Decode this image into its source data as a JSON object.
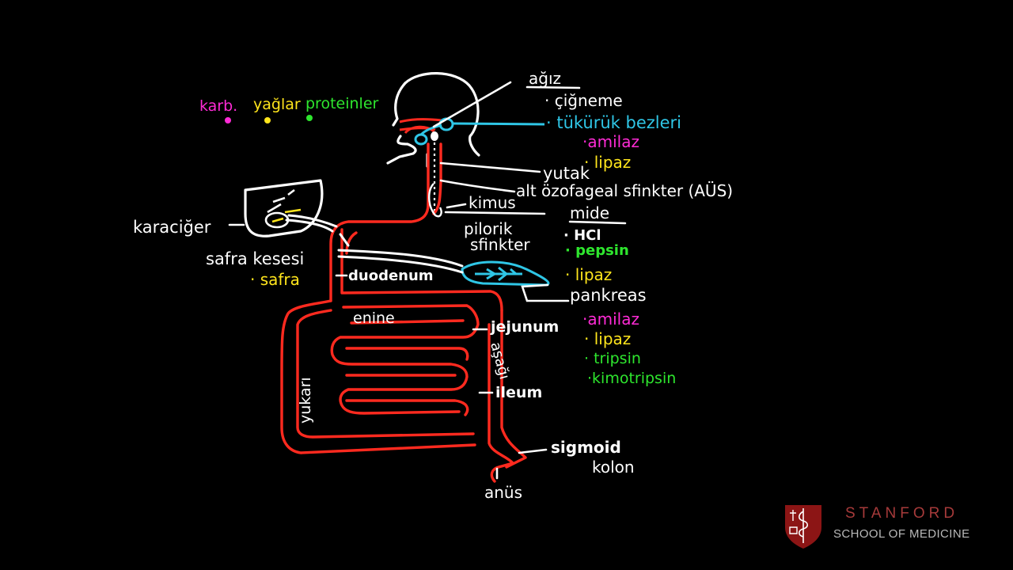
{
  "colors": {
    "background": "#000000",
    "tract": "#ff2a1f",
    "outline": "#ffffff",
    "carbs": "#ff2bd6",
    "fats": "#ffe51c",
    "proteins": "#2ee62e",
    "salivary": "#2fc6e6",
    "stanford_red": "#8c1515"
  },
  "legend": {
    "carbs": "karb.",
    "fats": "yağlar",
    "proteins": "proteinler"
  },
  "labels": {
    "mouth": "ağız",
    "chewing": "· çiğneme",
    "salivary_glands": "· tükürük bezleri",
    "saliva_amylase": "·amilaz",
    "saliva_lipase": "· lipaz",
    "pharynx": "yutak",
    "les": "alt özofageal sfinkter (AÜS)",
    "chyme": "kimus",
    "stomach": "mide",
    "pyloric_line1": "pilorik",
    "pyloric_line2": "sfinkter",
    "hcl": "· HCl",
    "pepsin": "· pepsin",
    "gastric_lipase": "· lipaz",
    "liver": "karaciğer",
    "gallbladder": "safra kesesi",
    "bile": "· safra",
    "duodenum": "duodenum",
    "pancreas": "pankreas",
    "panc_amylase": "·amilaz",
    "panc_lipase": "· lipaz",
    "trypsin": "· tripsin",
    "chymotrypsin": "·kimotripsin",
    "transverse": "enine",
    "jejunum": "jejunum",
    "ascending": "yukarı",
    "descending": "aşağı",
    "ileum": "ileum",
    "sigmoid": "sigmoid",
    "colon": "kolon",
    "anus": "anüs"
  },
  "logo": {
    "title": "STANFORD",
    "subtitle": "SCHOOL OF MEDICINE"
  }
}
